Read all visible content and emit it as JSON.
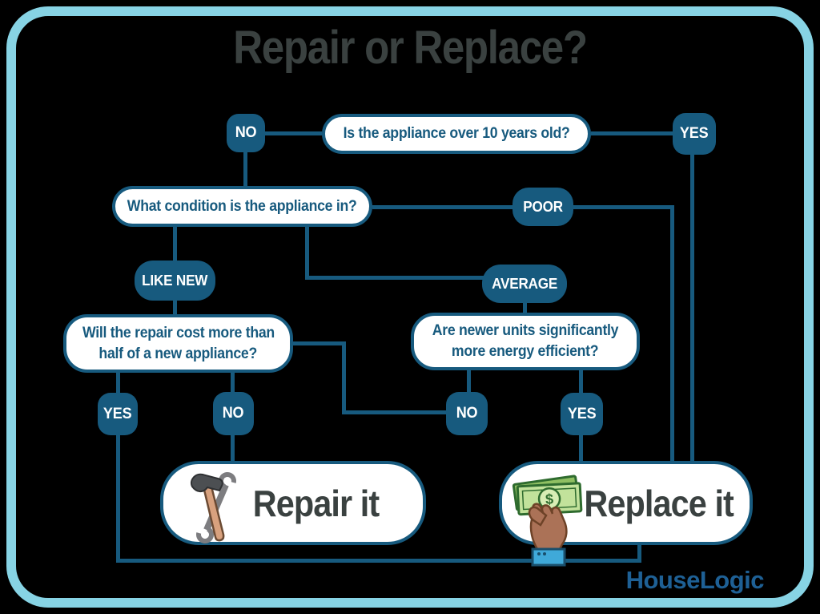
{
  "title": "Repair or Replace?",
  "brand": "HouseLogic",
  "colors": {
    "accent": "#175a7e",
    "frame": "#87d3e4",
    "heading": "#3a4140",
    "brand_blue": "#1e6095"
  },
  "questions": {
    "age": "Is the appliance over 10 years old?",
    "condition": "What condition is the appliance in?",
    "repair_cost": [
      "Will the repair cost more than",
      "half of a new appliance?"
    ],
    "efficiency": [
      "Are newer units significantly",
      "more energy efficient?"
    ]
  },
  "badges": {
    "age_no": "NO",
    "age_yes": "YES",
    "condition_like_new": "LIKE NEW",
    "condition_average": "AVERAGE",
    "condition_poor": "POOR",
    "cost_yes": "YES",
    "cost_no": "NO",
    "efficiency_no": "NO",
    "efficiency_yes": "YES"
  },
  "results": {
    "repair": {
      "label": "Repair it",
      "icon": "hammer-wrench-icon"
    },
    "replace": {
      "label": "Replace it",
      "icon": "money-hand-icon"
    }
  }
}
